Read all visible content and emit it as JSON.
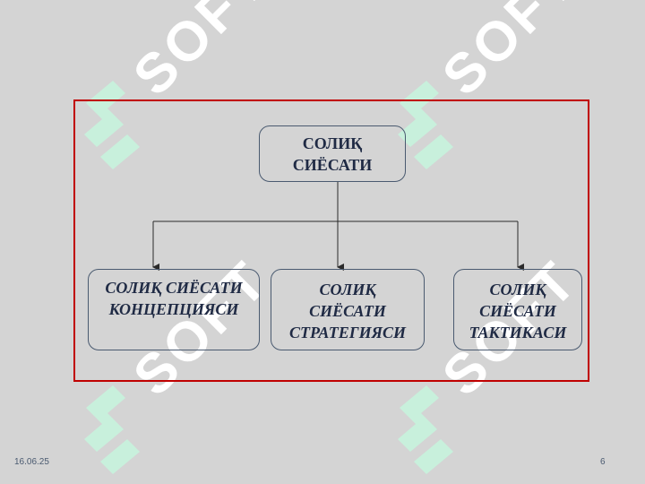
{
  "watermark": {
    "text": "SOFT"
  },
  "diagram": {
    "root": {
      "label": "СОЛИҚ\nСИЁСАТИ"
    },
    "children": [
      {
        "label": "СОЛИҚ СИЁСАТИ\nКОНЦЕПЦИЯСИ"
      },
      {
        "label": "СОЛИҚ\nСИЁСАТИ\nСТРАТЕГИЯСИ"
      },
      {
        "label": "СОЛИҚ\nСИЁСАТИ\nТАКТИКАСИ"
      }
    ]
  },
  "footer": {
    "date": "16.06.25",
    "page": "6"
  },
  "colors": {
    "frame": "#c00000",
    "watermark": "#c8f0dc",
    "text": "#1f2a44"
  }
}
